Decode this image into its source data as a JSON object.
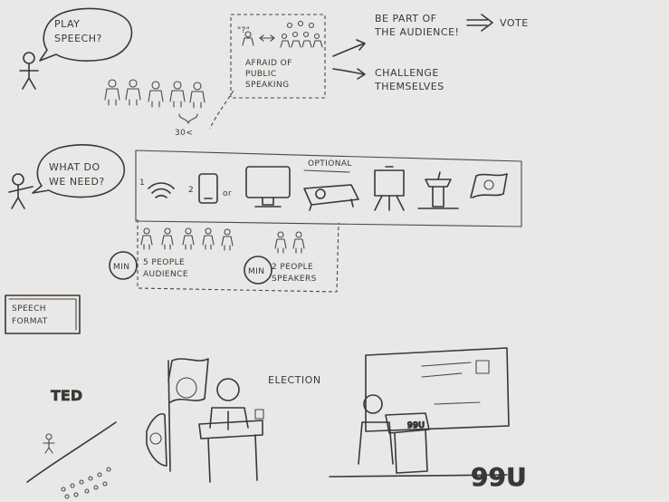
{
  "bubble_play_speech": [
    "PLAY",
    "SPEECH?"
  ],
  "audience_count": "30<",
  "fear_box": [
    "AFRAID OF",
    "PUBLIC",
    "SPEAKING"
  ],
  "fear_box_quote": "\"?\"",
  "branch_audience": [
    "BE PART OF",
    "THE AUDIENCE!"
  ],
  "branch_audience_result": "VOTE",
  "branch_challenge": [
    "CHALLENGE",
    "THEMSELVES"
  ],
  "bubble_needs": [
    "WHAT DO",
    "WE NEED?"
  ],
  "needs_numbers": [
    "1",
    "2"
  ],
  "needs_or": "or",
  "needs_optional": "OPTIONAL",
  "min_badge": "MIN",
  "min_audience": [
    "5 PEOPLE",
    "AUDIENCE"
  ],
  "min_speakers": [
    "2 PEOPLE",
    "SPEAKERS"
  ],
  "format_title": [
    "SPEECH",
    "FORMAT"
  ],
  "ted_label": "TED",
  "election_label": "ELECTION",
  "talk_brand": "99U",
  "podium_tag": "99U"
}
